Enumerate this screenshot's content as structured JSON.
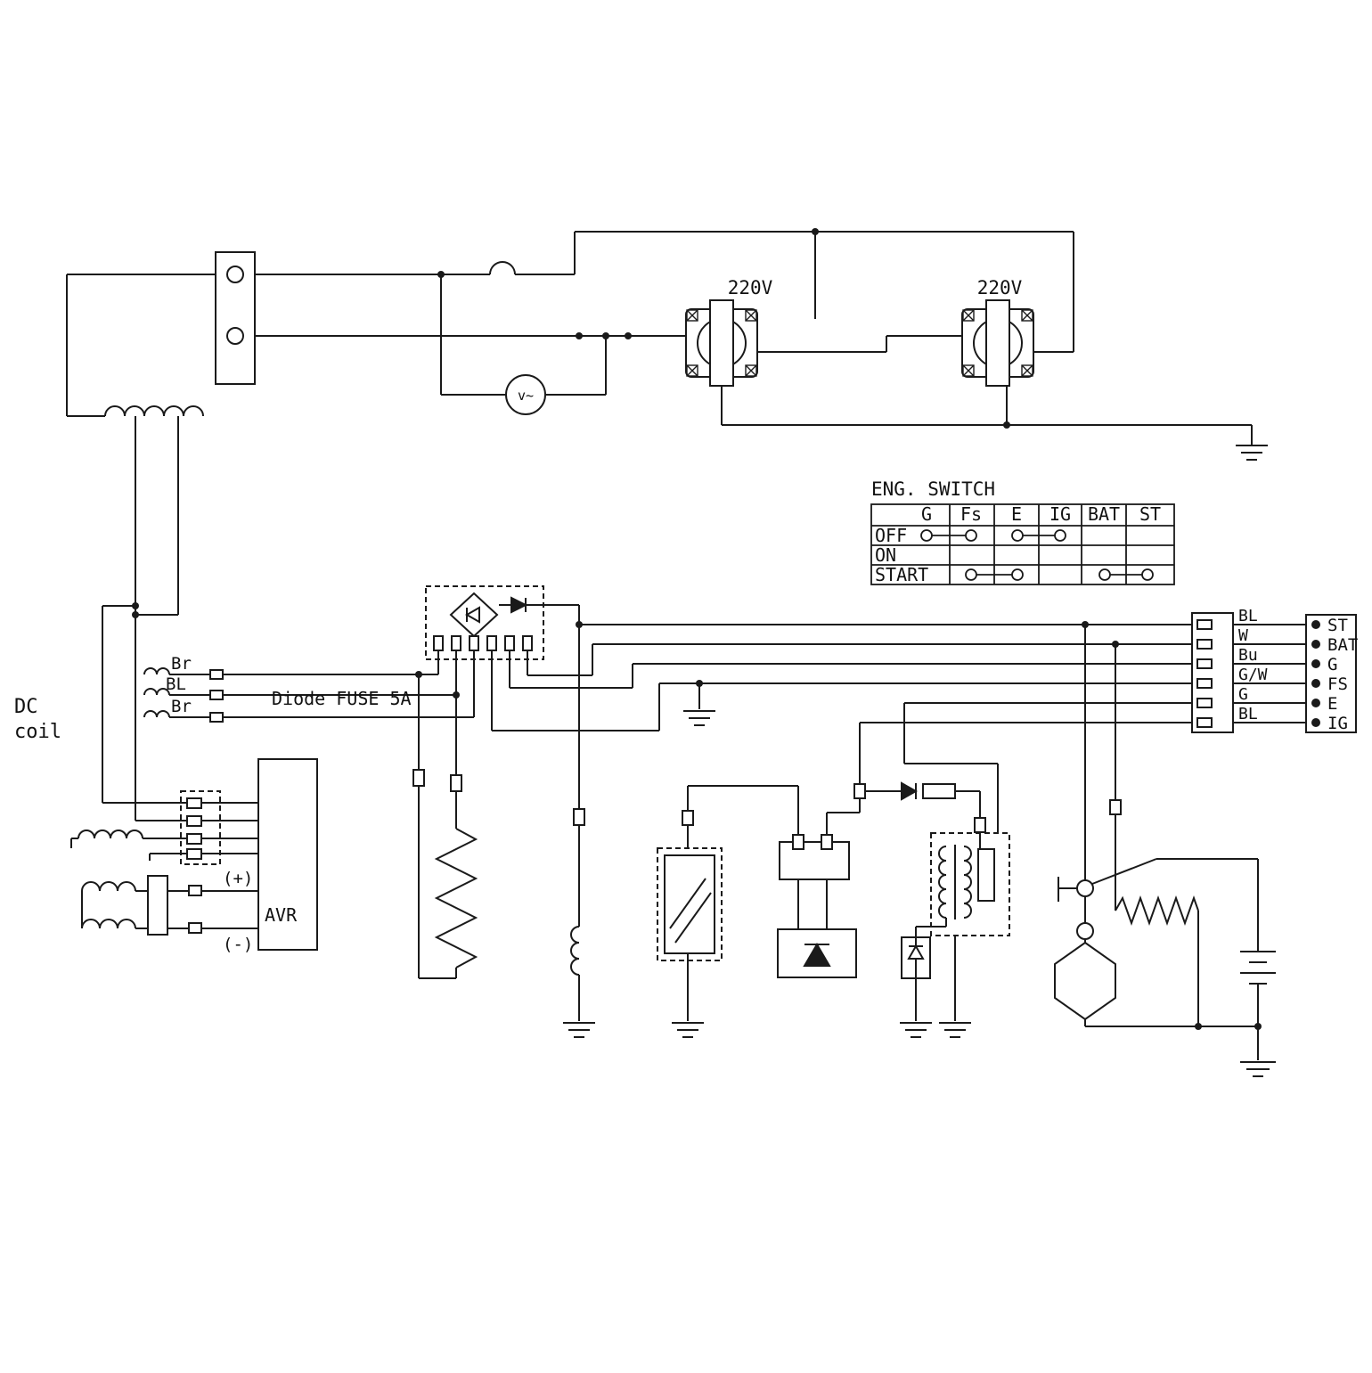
{
  "diagram": {
    "labels": {
      "outlet1": "220V",
      "outlet2": "220V",
      "voltmeter": "v~",
      "dc_line1": "DC",
      "dc_line2": "coil",
      "wire_br_top": "Br",
      "wire_bl": "BL",
      "wire_br_bottom": "Br",
      "diode_fuse": "Diode FUSE 5A",
      "avr": "AVR",
      "plus": "(+)",
      "minus": "(-)"
    },
    "eng_switch": {
      "title": "ENG. SWITCH",
      "columns": [
        "G",
        "Fs",
        "E",
        "IG",
        "BAT",
        "ST"
      ],
      "rows": [
        {
          "name": "OFF",
          "bridges": [
            [
              "G",
              "Fs"
            ],
            [
              "E",
              "IG"
            ]
          ]
        },
        {
          "name": "ON",
          "bridges": []
        },
        {
          "name": "START",
          "bridges": [
            [
              "Fs",
              "E"
            ],
            [
              "BAT",
              "ST"
            ]
          ]
        }
      ]
    },
    "connector": {
      "wire_labels": [
        "BL",
        "W",
        "Bu",
        "G/W",
        "G",
        "BL"
      ],
      "terminals": [
        "ST",
        "BAT",
        "G",
        "FS",
        "E",
        "IG"
      ]
    }
  }
}
